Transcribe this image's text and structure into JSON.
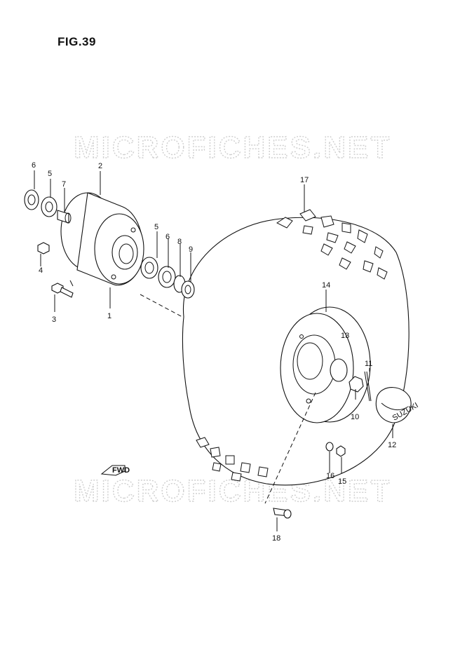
{
  "figure": {
    "title": "FIG.39"
  },
  "watermark": {
    "text": "MICROFICHES.NET"
  },
  "direction_marker": {
    "text": "FWD"
  },
  "hub_cap_brand": {
    "text": "SUZUKI"
  },
  "parts": [
    {
      "ref": "1"
    },
    {
      "ref": "2"
    },
    {
      "ref": "3"
    },
    {
      "ref": "4"
    },
    {
      "ref": "5"
    },
    {
      "ref": "6"
    },
    {
      "ref": "7"
    },
    {
      "ref": "8"
    },
    {
      "ref": "9"
    },
    {
      "ref": "10"
    },
    {
      "ref": "11"
    },
    {
      "ref": "12"
    },
    {
      "ref": "13"
    },
    {
      "ref": "14"
    },
    {
      "ref": "15"
    },
    {
      "ref": "16"
    },
    {
      "ref": "17"
    },
    {
      "ref": "18"
    }
  ],
  "part_labels": {
    "p1": "1",
    "p2": "2",
    "p3": "3",
    "p4": "4",
    "p5a": "5",
    "p5b": "5",
    "p6a": "6",
    "p6b": "6",
    "p7": "7",
    "p8": "8",
    "p9": "9",
    "p10": "10",
    "p11": "11",
    "p12": "12",
    "p13": "13",
    "p14": "14",
    "p15": "15",
    "p16": "16",
    "p17": "17",
    "p18": "18"
  }
}
